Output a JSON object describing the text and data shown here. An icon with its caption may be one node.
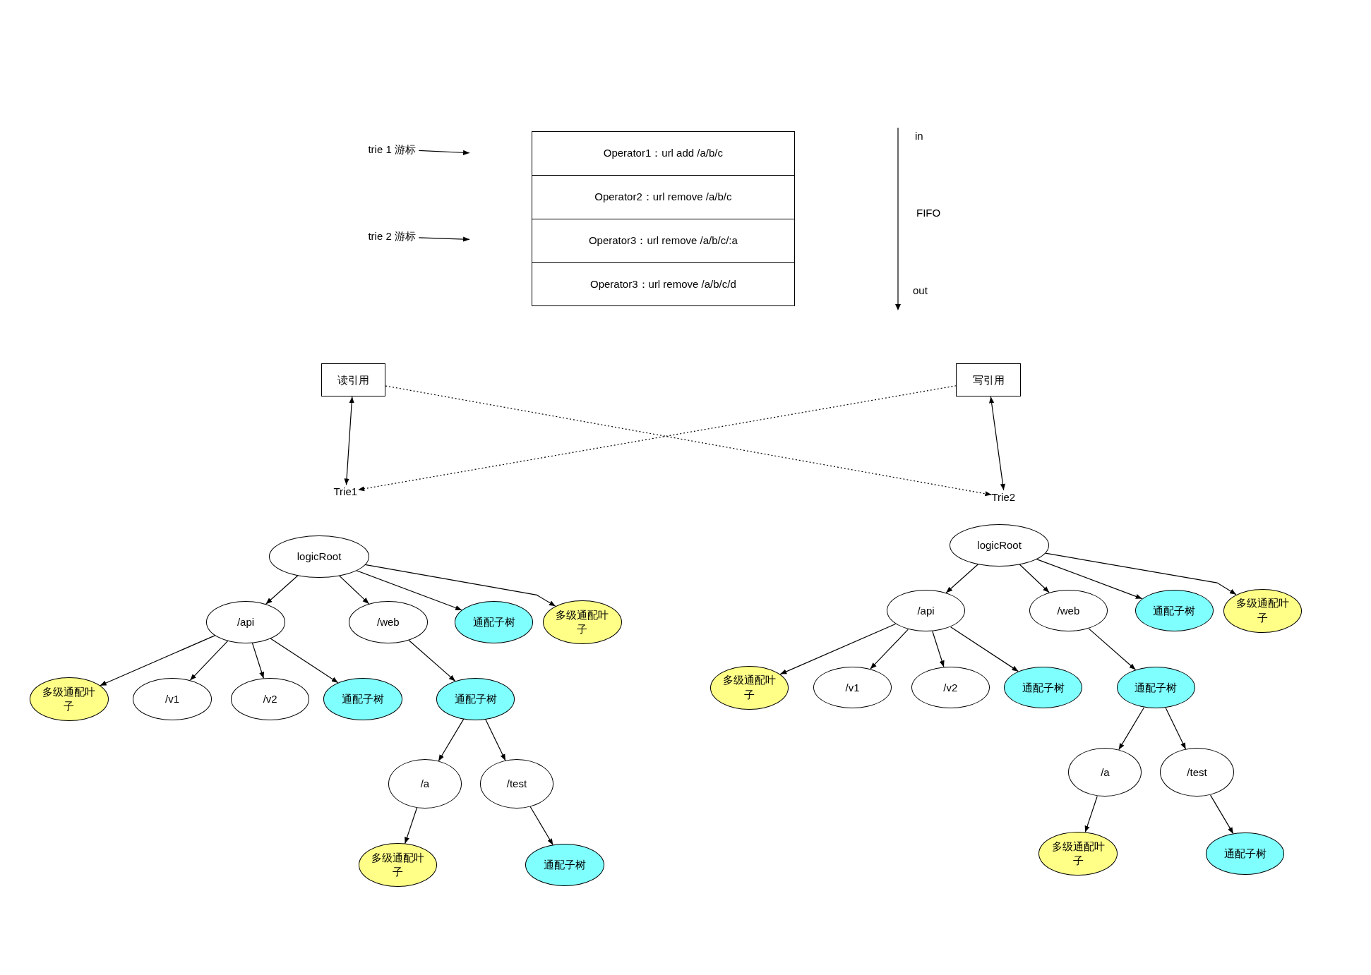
{
  "diagram": {
    "nodes": [
      {
        "text": [
          "trie 1 游标"
        ]
      },
      {
        "text": [
          "trie 2 游标"
        ]
      },
      {
        "text": [
          "Operator1：url add /a/b/c"
        ]
      },
      {
        "text": [
          "Operator2：url remove /a/b/c"
        ]
      },
      {
        "text": [
          "Operator3：url remove /a/b/c/:a"
        ]
      },
      {
        "text": [
          "Operator3：url remove /a/b/c/d"
        ]
      },
      {
        "text": [
          "读引用"
        ]
      },
      {
        "text": [
          "写引用"
        ]
      },
      {
        "text": [
          "Trie1"
        ]
      },
      {
        "text": [
          "Trie2"
        ]
      },
      {
        "text": [
          "logicRoot"
        ]
      },
      {
        "text": [
          "/api"
        ]
      },
      {
        "text": [
          "/web"
        ]
      },
      {
        "text": [
          "通配子树"
        ]
      },
      {
        "text": [
          "多级通配叶子"
        ]
      },
      {
        "text": [
          "多级通配叶子"
        ]
      },
      {
        "text": [
          "/v1"
        ]
      },
      {
        "text": [
          "/v2"
        ]
      },
      {
        "text": [
          "通配子树"
        ]
      },
      {
        "text": [
          "通配子树"
        ]
      },
      {
        "text": [
          "/a"
        ]
      },
      {
        "text": [
          "/test"
        ]
      },
      {
        "text": [
          "多级通配叶子"
        ]
      },
      {
        "text": [
          "通配子树"
        ]
      },
      {
        "text": [
          "logicRoot"
        ]
      },
      {
        "text": [
          "/api"
        ]
      },
      {
        "text": [
          "/web"
        ]
      },
      {
        "text": [
          "通配子树"
        ]
      },
      {
        "text": [
          "多级通配叶子"
        ]
      },
      {
        "text": [
          "多级通配叶子"
        ]
      },
      {
        "text": [
          "/v1"
        ]
      },
      {
        "text": [
          "/v2"
        ]
      },
      {
        "text": [
          "通配子树"
        ]
      },
      {
        "text": [
          "通配子树"
        ]
      },
      {
        "text": [
          "/a"
        ]
      },
      {
        "text": [
          "/test"
        ]
      },
      {
        "text": [
          "多级通配叶子"
        ]
      },
      {
        "text": [
          "通配子树"
        ]
      }
    ],
    "edges": [
      {
        "from": 0,
        "to": null,
        "arrow": "to"
      },
      {
        "from": 1,
        "to": null,
        "arrow": "to"
      },
      {
        "from": 6,
        "to": 8,
        "arrow": "both"
      },
      {
        "from": 6,
        "to": 9,
        "arrow": "to",
        "style": "dashed"
      },
      {
        "from": 7,
        "to": 8,
        "arrow": "to",
        "style": "dashed"
      },
      {
        "from": 7,
        "to": 9,
        "arrow": "both"
      },
      {
        "from": 10,
        "to": 11,
        "arrow": "to"
      },
      {
        "from": 10,
        "to": 12,
        "arrow": "to"
      },
      {
        "from": 10,
        "to": 13,
        "arrow": "to"
      },
      {
        "from": 10,
        "to": 14,
        "arrow": "to"
      },
      {
        "from": 11,
        "to": 15,
        "arrow": "to"
      },
      {
        "from": 11,
        "to": 16,
        "arrow": "to"
      },
      {
        "from": 11,
        "to": 17,
        "arrow": "to"
      },
      {
        "from": 11,
        "to": 18,
        "arrow": "to"
      },
      {
        "from": 12,
        "to": 19,
        "arrow": "to"
      },
      {
        "from": 19,
        "to": 20,
        "arrow": "to"
      },
      {
        "from": 19,
        "to": 21,
        "arrow": "to"
      },
      {
        "from": 20,
        "to": 22,
        "arrow": "to"
      },
      {
        "from": 21,
        "to": 23,
        "arrow": "to"
      },
      {
        "from": 24,
        "to": 25,
        "arrow": "to"
      },
      {
        "from": 24,
        "to": 26,
        "arrow": "to"
      },
      {
        "from": 24,
        "to": 27,
        "arrow": "to"
      },
      {
        "from": 24,
        "to": 28,
        "arrow": "to"
      },
      {
        "from": 25,
        "to": 29,
        "arrow": "to"
      },
      {
        "from": 25,
        "to": 30,
        "arrow": "to"
      },
      {
        "from": 25,
        "to": 31,
        "arrow": "to"
      },
      {
        "from": 25,
        "to": 32,
        "arrow": "to"
      },
      {
        "from": 26,
        "to": 33,
        "arrow": "to"
      },
      {
        "from": 33,
        "to": 34,
        "arrow": "to"
      },
      {
        "from": 33,
        "to": 35,
        "arrow": "to"
      },
      {
        "from": 34,
        "to": 36,
        "arrow": "to"
      },
      {
        "from": 35,
        "to": 37,
        "arrow": "to"
      }
    ],
    "labels": [
      "in",
      "FIFO",
      "out"
    ]
  }
}
